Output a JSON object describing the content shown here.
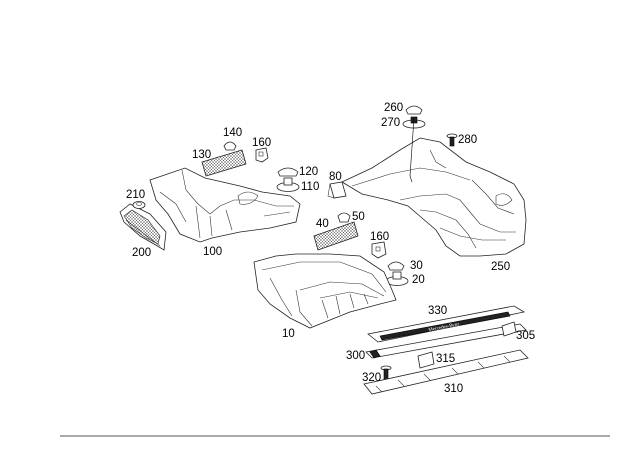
{
  "labels": {
    "l10": "10",
    "l20": "20",
    "l30": "30",
    "l40": "40",
    "l50": "50",
    "l80": "80",
    "l100": "100",
    "l110": "110",
    "l120": "120",
    "l130": "130",
    "l140": "140",
    "l160a": "160",
    "l160b": "160",
    "l200": "200",
    "l210": "210",
    "l250": "250",
    "l260": "260",
    "l270": "270",
    "l280": "280",
    "l300": "300",
    "l305": "305",
    "l310": "310",
    "l315": "315",
    "l320": "320",
    "l330": "330"
  },
  "sill_text": "Mercedes-Benz"
}
